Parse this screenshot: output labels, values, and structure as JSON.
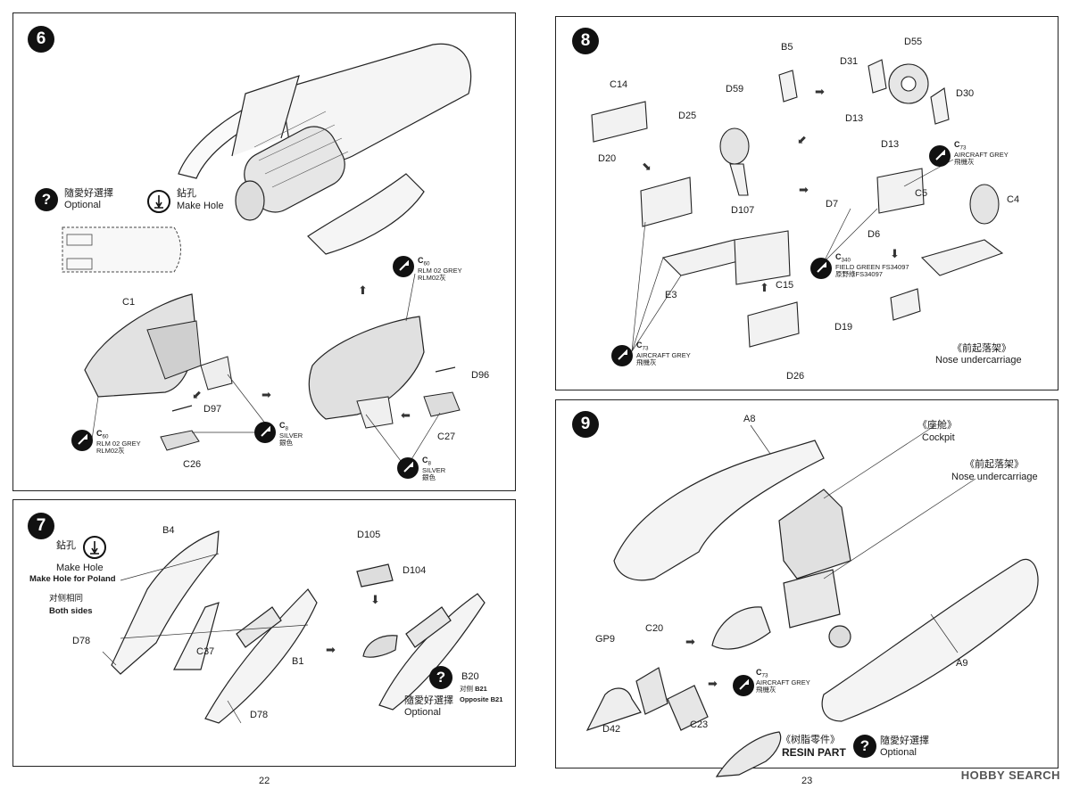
{
  "pages": {
    "left_number": "22",
    "right_number": "23"
  },
  "steps": {
    "s6": {
      "number": "6",
      "optional_cn": "隨愛好選擇",
      "optional_en": "Optional",
      "drill_cn": "鉆孔",
      "drill_en": "Make Hole",
      "parts": {
        "c1": "C1",
        "d97": "D97",
        "c26": "C26",
        "d96": "D96",
        "c27": "C27"
      },
      "paints": [
        {
          "code": "C",
          "num": "60",
          "name_en": "RLM 02 GREY",
          "name_cn": "RLM02灰"
        },
        {
          "code": "C",
          "num": "8",
          "name_en": "SILVER",
          "name_cn": "銀色"
        },
        {
          "code": "C",
          "num": "60",
          "name_en": "RLM 02 GREY",
          "name_cn": "RLM02灰"
        },
        {
          "code": "C",
          "num": "8",
          "name_en": "SILVER",
          "name_cn": "銀色"
        }
      ]
    },
    "s7": {
      "number": "7",
      "drill_cn": "鉆孔",
      "drill_en": "Make Hole",
      "drill_poland": "Make Hole for Poland",
      "both_cn": "对侧相同",
      "both_en": "Both sides",
      "optional_cn": "隨愛好選擇",
      "optional_en": "Optional",
      "opp_cn": "对侧",
      "opp_en": "Opposite",
      "parts": {
        "b4": "B4",
        "d78a": "D78",
        "c37": "C37",
        "b1": "B1",
        "d78b": "D78",
        "d105": "D105",
        "d104": "D104",
        "b20": "B20",
        "b21a": "B21",
        "b21b": "B21"
      }
    },
    "s8": {
      "number": "8",
      "parts": {
        "c14": "C14",
        "d25": "D25",
        "d20": "D20",
        "b5": "B5",
        "d59": "D59",
        "d55": "D55",
        "d31": "D31",
        "d30": "D30",
        "d13a": "D13",
        "d13b": "D13",
        "c5": "C5",
        "d7": "D7",
        "d6": "D6",
        "c4": "C4",
        "d107": "D107",
        "e3": "E3",
        "c15": "C15",
        "d19": "D19",
        "d26": "D26"
      },
      "paints": [
        {
          "code": "C",
          "num": "73",
          "name_en": "AIRCRAFT GREY",
          "name_cn": "飛機灰"
        },
        {
          "code": "C",
          "num": "340",
          "name_en": "FIELD GREEN FS34097",
          "name_cn": "原野綠FS34097"
        },
        {
          "code": "C",
          "num": "73",
          "name_en": "AIRCRAFT GREY",
          "name_cn": "飛機灰"
        }
      ],
      "caption_cn": "《前起落架》",
      "caption_en": "Nose undercarriage"
    },
    "s9": {
      "number": "9",
      "parts": {
        "a8": "A8",
        "a9": "A9",
        "gp9": "GP9",
        "c20": "C20",
        "d42": "D42",
        "c23": "C23"
      },
      "cockpit_cn": "《座舱》",
      "cockpit_en": "Cockpit",
      "nose_cn": "《前起落架》",
      "nose_en": "Nose undercarriage",
      "paint": {
        "code": "C",
        "num": "73",
        "name_en": "AIRCRAFT GREY",
        "name_cn": "飛機灰"
      },
      "resin_cn": "《树脂零件》",
      "resin_en": "RESIN PART",
      "optional_cn": "隨愛好選擇",
      "optional_en": "Optional"
    }
  },
  "watermark": "HOBBY SEARCH"
}
